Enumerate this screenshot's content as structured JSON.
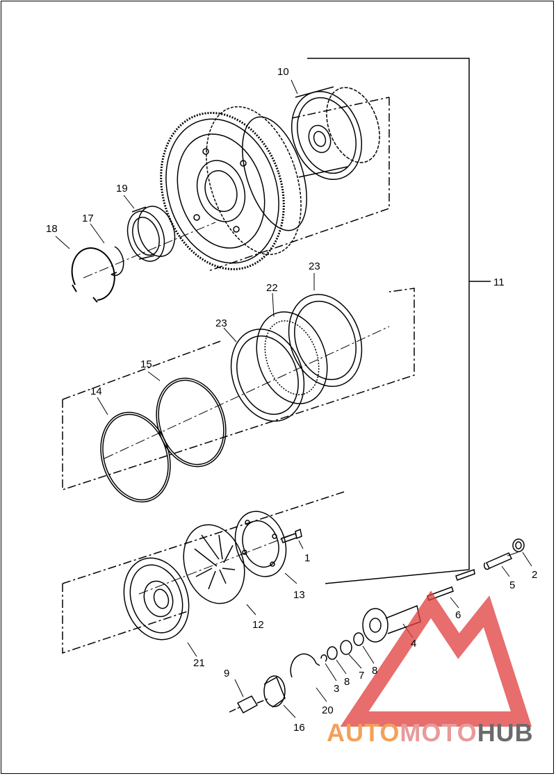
{
  "callouts": {
    "c1": "1",
    "c2": "2",
    "c3": "3",
    "c4": "4",
    "c5": "5",
    "c6": "6",
    "c7": "7",
    "c8a": "8",
    "c8b": "8",
    "c9": "9",
    "c10": "10",
    "c11": "11",
    "c12": "12",
    "c13": "13",
    "c14": "14",
    "c15": "15",
    "c16": "16",
    "c17": "17",
    "c18": "18",
    "c19": "19",
    "c20": "20",
    "c21": "21",
    "c22": "22",
    "c23a": "23",
    "c23b": "23"
  },
  "watermark": {
    "part1": "AUTO",
    "part2": "MOTO",
    "part3": "HUB",
    "color1": "#f3a05a",
    "color2": "#e89a9a",
    "color3": "#6b6b6b",
    "logo_color": "#e03c3c"
  }
}
